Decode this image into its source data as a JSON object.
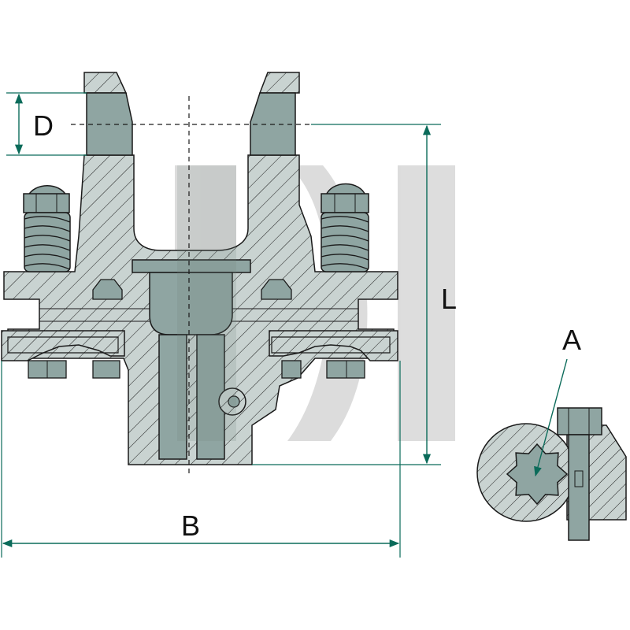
{
  "labels": {
    "d": "D",
    "l": "L",
    "b": "B",
    "a": "A"
  },
  "colors": {
    "part_fill": "#8fa5a2",
    "hatch_bg": "#c9d3d1",
    "outline": "#1a1a1a",
    "dimension": "#0b6b5a",
    "watermark": "#d9d9d9"
  }
}
